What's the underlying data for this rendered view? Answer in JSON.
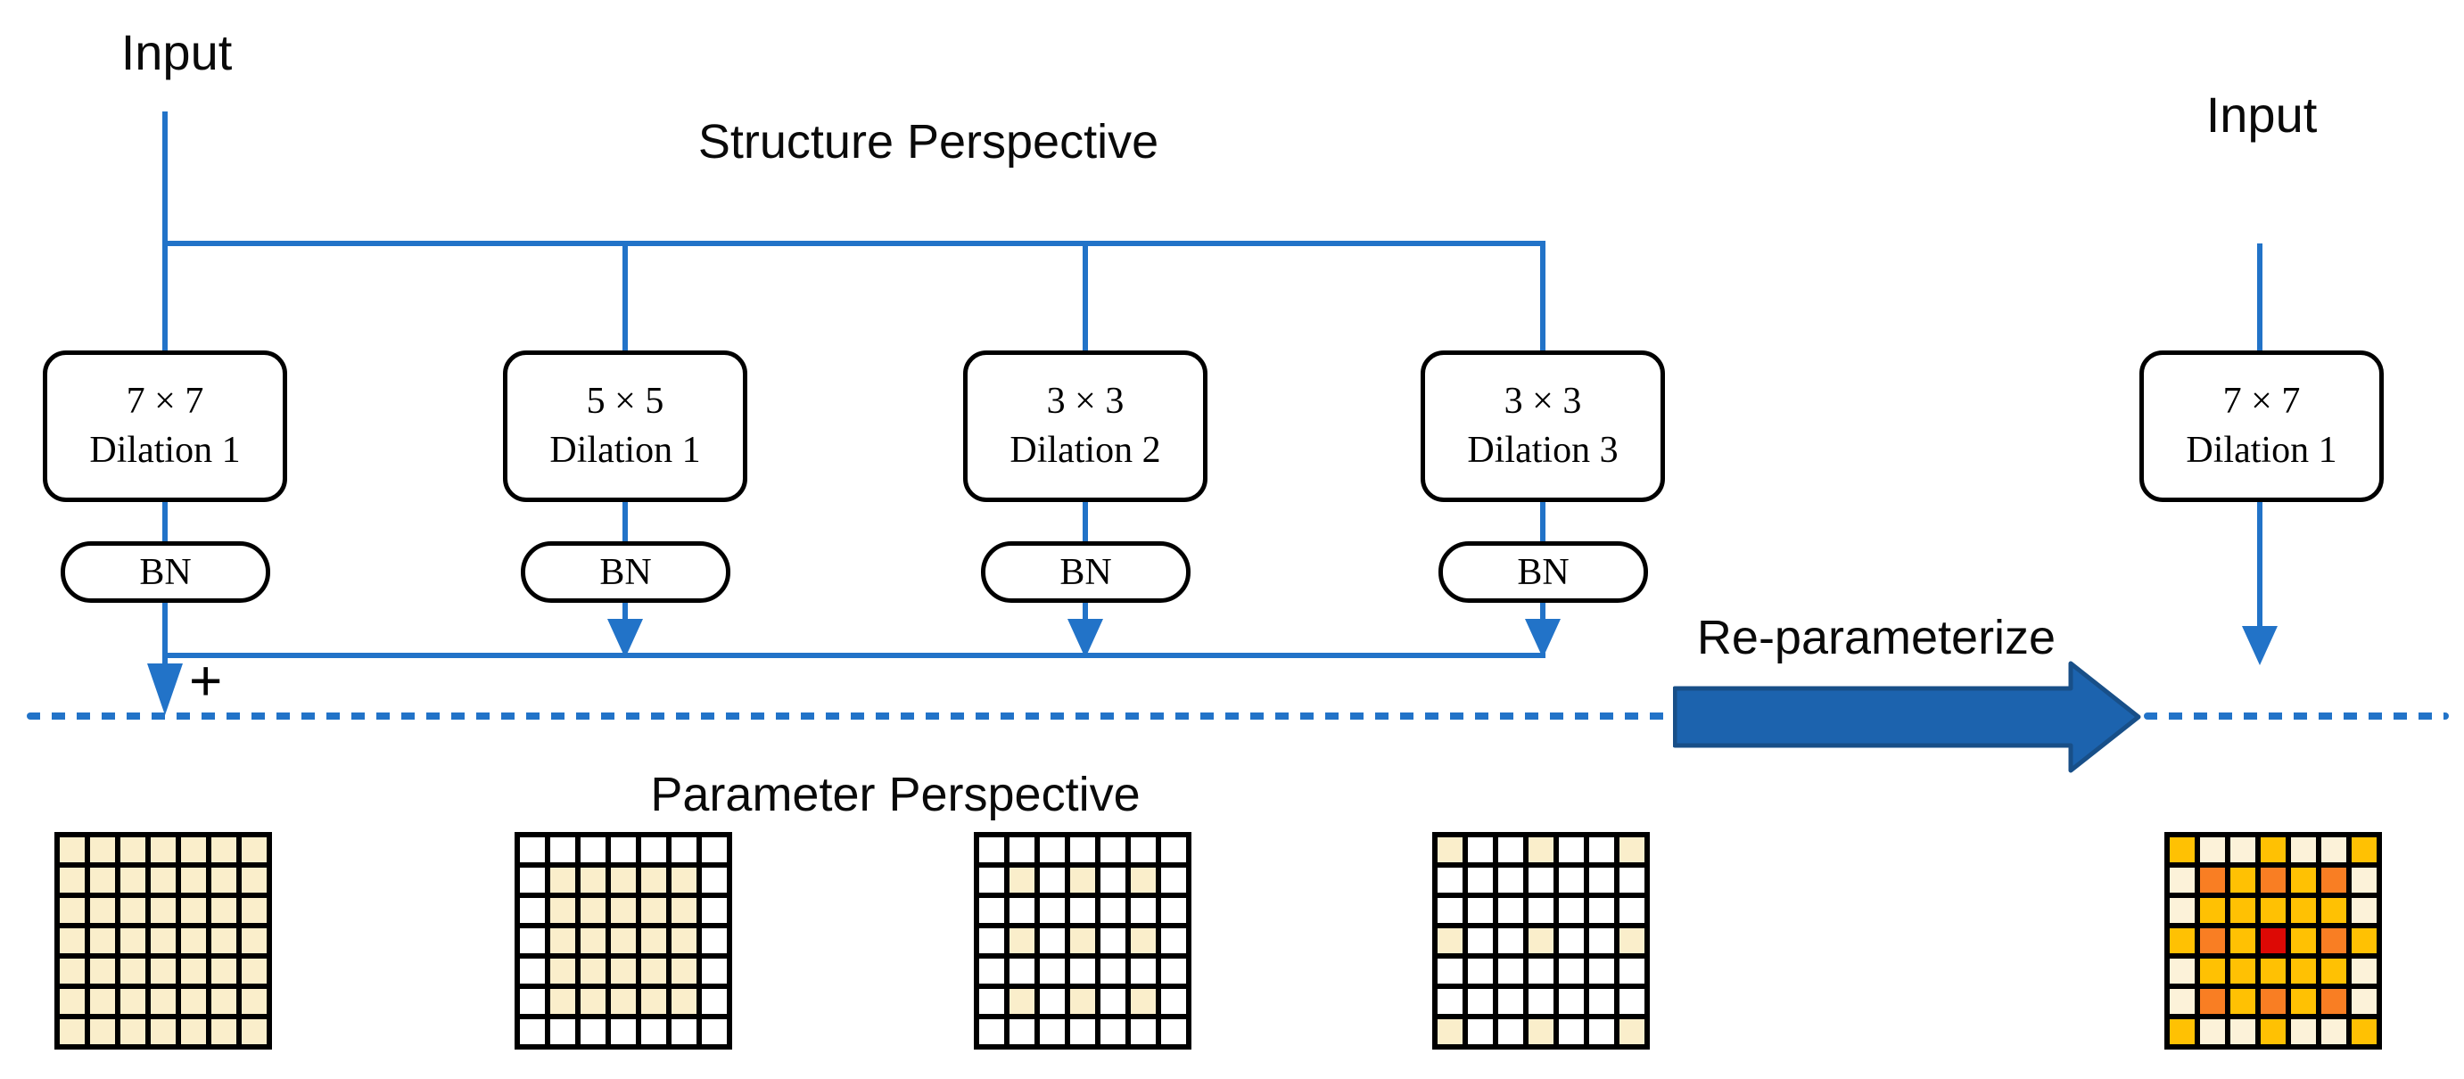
{
  "labels": {
    "input_left": "Input",
    "input_right": "Input",
    "structure_title": "Structure Perspective",
    "parameter_title": "Parameter Perspective",
    "reparameterize": "Re-parameterize",
    "plus": "+"
  },
  "branches": [
    {
      "kernel": "7 × 7",
      "dilation": "Dilation 1",
      "bn": "BN"
    },
    {
      "kernel": "5 × 5",
      "dilation": "Dilation 1",
      "bn": "BN"
    },
    {
      "kernel": "3 × 3",
      "dilation": "Dilation 2",
      "bn": "BN"
    },
    {
      "kernel": "3 × 3",
      "dilation": "Dilation 3",
      "bn": "BN"
    }
  ],
  "merged_branch": {
    "kernel": "7 × 7",
    "dilation": "Dilation 1"
  },
  "palette": {
    "line_blue": "#2273C8",
    "big_arrow_fill": "#1C63AE",
    "big_arrow_stroke": "#184F88",
    "c": "#FAEECB",
    "l": "#FCF2D9",
    "w": "#FFFFFF",
    "g": "#FFC103",
    "o": "#F97E23",
    "r": "#DD0905"
  },
  "grids": [
    {
      "name": "kernel-7x7-dilation1",
      "rows": [
        "ccccccc",
        "ccccccc",
        "ccccccc",
        "ccccccc",
        "ccccccc",
        "ccccccc",
        "ccccccc"
      ]
    },
    {
      "name": "kernel-5x5-dilation1",
      "rows": [
        "wwwwwww",
        "wcccccw",
        "wcccccw",
        "wcccccw",
        "wcccccw",
        "wcccccw",
        "wwwwwww"
      ]
    },
    {
      "name": "kernel-3x3-dilation2",
      "rows": [
        "wwwwwww",
        "wcwcwcw",
        "wwwwwww",
        "wcwcwcw",
        "wwwwwww",
        "wcwcwcw",
        "wwwwwww"
      ]
    },
    {
      "name": "kernel-3x3-dilation3",
      "rows": [
        "cwwcwwc",
        "wwwwwww",
        "wwwwwww",
        "cwwcwwc",
        "wwwwwww",
        "wwwwwww",
        "cwwcwwc"
      ]
    },
    {
      "name": "kernel-merged-reparameterized",
      "rows": [
        "gllgllg",
        "logogol",
        "lgggggl",
        "gogrgog",
        "lgggggl",
        "logogol",
        "gllgllg"
      ]
    }
  ]
}
